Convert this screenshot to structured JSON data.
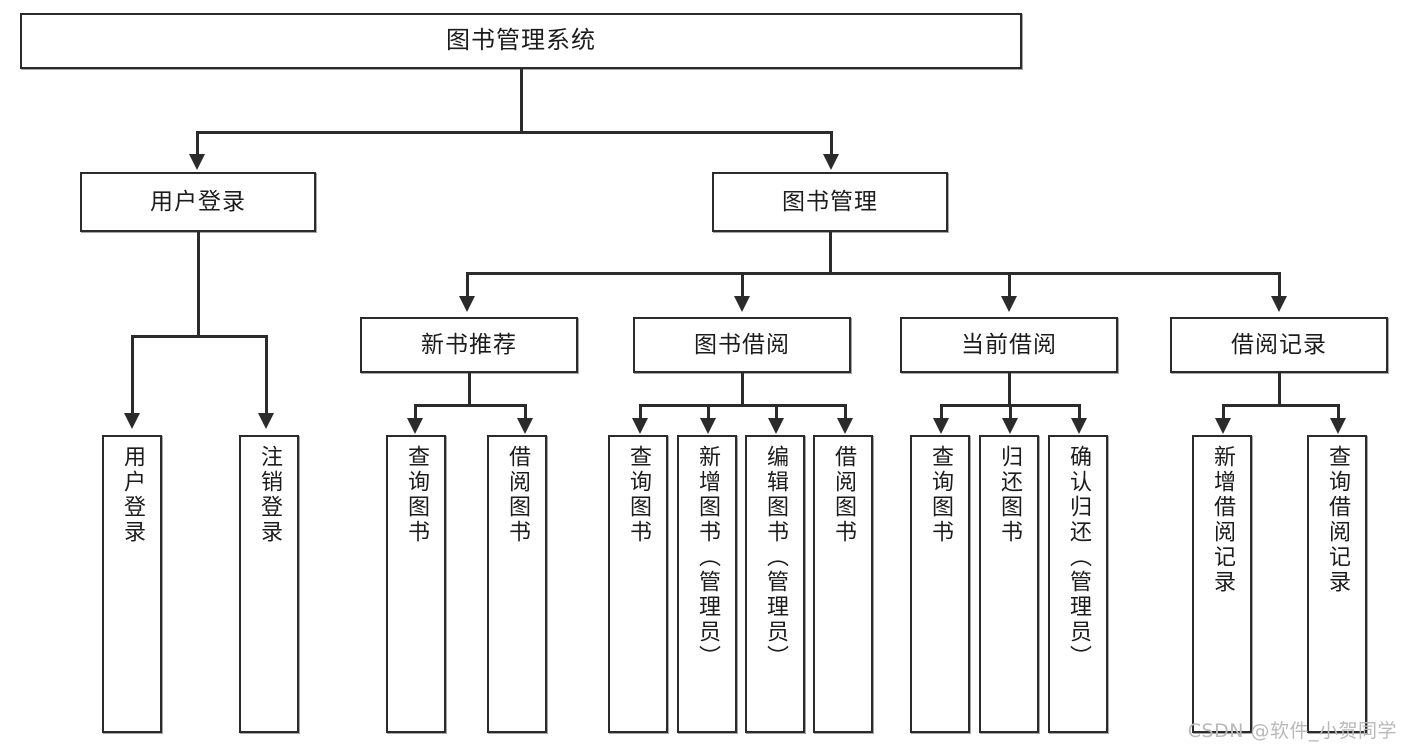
{
  "diagram": {
    "type": "tree",
    "title": "图书管理系统",
    "root": {
      "label": "图书管理系统"
    },
    "level2": [
      {
        "label": "用户登录"
      },
      {
        "label": "图书管理"
      }
    ],
    "level3": [
      {
        "label": "新书推荐"
      },
      {
        "label": "图书借阅"
      },
      {
        "label": "当前借阅"
      },
      {
        "label": "借阅记录"
      }
    ],
    "leaves": {
      "user_login": [
        {
          "label": "用户登录"
        },
        {
          "label": "注销登录"
        }
      ],
      "new_book_recommend": [
        {
          "label": "查询图书"
        },
        {
          "label": "借阅图书"
        }
      ],
      "book_borrow": [
        {
          "label": "查询图书"
        },
        {
          "label": "新增图书（管理员）"
        },
        {
          "label": "编辑图书（管理员）"
        },
        {
          "label": "借阅图书"
        }
      ],
      "current_borrow": [
        {
          "label": "查询图书"
        },
        {
          "label": "归还图书"
        },
        {
          "label": "确认归还（管理员）"
        }
      ],
      "borrow_record": [
        {
          "label": "新增借阅记录"
        },
        {
          "label": "查询借阅记录"
        }
      ]
    },
    "colors": {
      "stroke": "#2b2b2b",
      "fill": "#ffffff",
      "text": "#1c1c1c",
      "watermark": "#b9b9b9"
    }
  },
  "watermark": {
    "text": "CSDN @软件_小贺同学"
  }
}
